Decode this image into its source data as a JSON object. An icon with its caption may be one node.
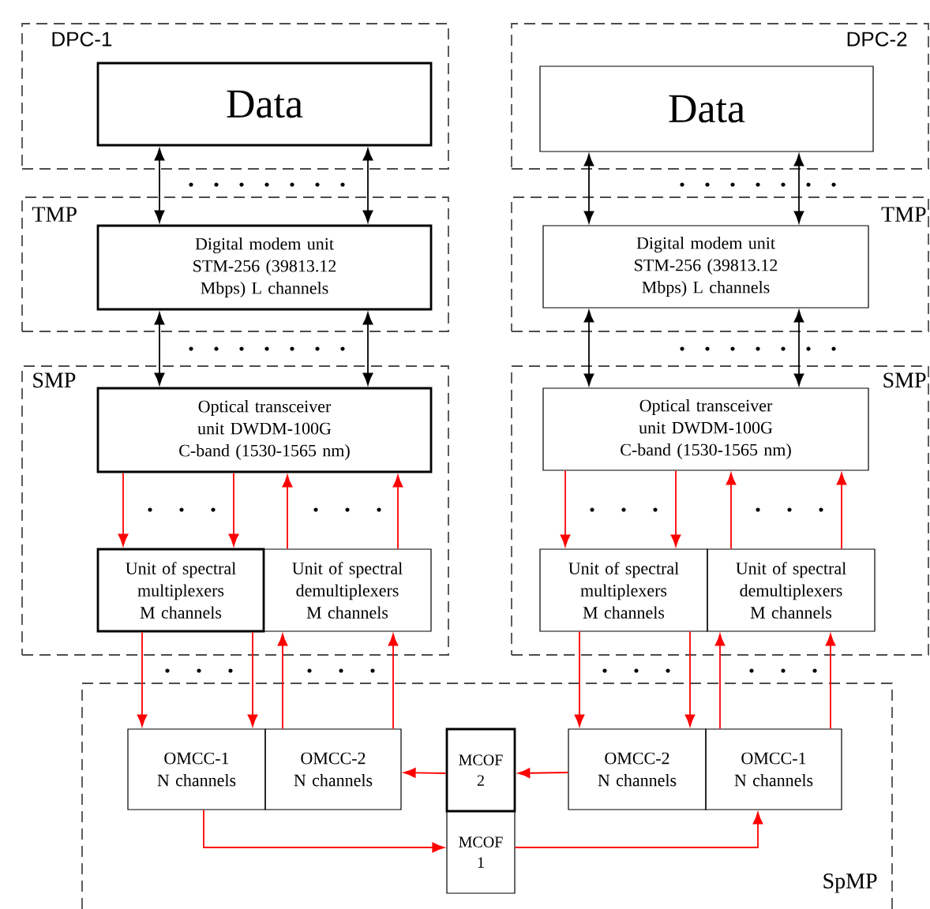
{
  "diagram": {
    "nodes": [
      {
        "text": [
          "DPC-1"
        ]
      },
      {
        "text": [
          "Data"
        ],
        "in": 0
      },
      {
        "text": [
          "TMP"
        ]
      },
      {
        "text": [
          "Digital modem unit STM-256 (39813.12 Mbps) L channels"
        ],
        "in": 2
      },
      {
        "text": [
          "SMP"
        ]
      },
      {
        "text": [
          "Optical transceiver unit DWDM-100G C-band (1530-1565 nm)"
        ],
        "in": 4
      },
      {
        "text": [
          "Unit of spectral multiplexers M channels"
        ],
        "in": 4
      },
      {
        "text": [
          "Unit of spectral demultiplexers M channels"
        ],
        "in": 4
      },
      {
        "text": [
          "DPC-2"
        ]
      },
      {
        "text": [
          "Data"
        ],
        "in": 8
      },
      {
        "text": [
          "TMP"
        ]
      },
      {
        "text": [
          "Digital modem unit STM-256 (39813.12 Mbps) L channels"
        ],
        "in": 10
      },
      {
        "text": [
          "SMP"
        ]
      },
      {
        "text": [
          "Optical transceiver unit DWDM-100G C-band (1530-1565 nm)"
        ],
        "in": 12
      },
      {
        "text": [
          "Unit of spectral multiplexers M channels"
        ],
        "in": 12
      },
      {
        "text": [
          "Unit of spectral demultiplexers M channels"
        ],
        "in": 12
      },
      {
        "text": [
          "SpMP"
        ]
      },
      {
        "text": [
          "OMCC-1 N channels"
        ],
        "in": 16
      },
      {
        "text": [
          "OMCC-2 N channels"
        ],
        "in": 16
      },
      {
        "text": [
          "MCOF 2"
        ],
        "in": 16
      },
      {
        "text": [
          "MCOF 1"
        ],
        "in": 16
      },
      {
        "text": [
          "OMCC-2 N channels"
        ],
        "in": 16
      },
      {
        "text": [
          "OMCC-1 N channels"
        ],
        "in": 16
      }
    ],
    "edges": [
      {
        "from": 1,
        "to": 3,
        "arrow": "both",
        "color": "#000000"
      },
      {
        "from": 1,
        "to": 3,
        "arrow": "both",
        "color": "#000000"
      },
      {
        "from": 3,
        "to": 5,
        "arrow": "both",
        "color": "#000000"
      },
      {
        "from": 3,
        "to": 5,
        "arrow": "both",
        "color": "#000000"
      },
      {
        "from": 5,
        "to": 6,
        "arrow": "to"
      },
      {
        "from": 5,
        "to": 6,
        "arrow": "to"
      },
      {
        "from": 7,
        "to": 5,
        "arrow": "to"
      },
      {
        "from": 7,
        "to": 5,
        "arrow": "to"
      },
      {
        "from": 9,
        "to": 11,
        "arrow": "both",
        "color": "#000000"
      },
      {
        "from": 9,
        "to": 11,
        "arrow": "both",
        "color": "#000000"
      },
      {
        "from": 11,
        "to": 13,
        "arrow": "both",
        "color": "#000000"
      },
      {
        "from": 11,
        "to": 13,
        "arrow": "both",
        "color": "#000000"
      },
      {
        "from": 13,
        "to": 14,
        "arrow": "to"
      },
      {
        "from": 13,
        "to": 14,
        "arrow": "to"
      },
      {
        "from": 15,
        "to": 13,
        "arrow": "to"
      },
      {
        "from": 15,
        "to": 13,
        "arrow": "to"
      },
      {
        "from": 6,
        "to": 17,
        "arrow": "to"
      },
      {
        "from": 6,
        "to": 17,
        "arrow": "to"
      },
      {
        "from": 18,
        "to": 7,
        "arrow": "to"
      },
      {
        "from": 18,
        "to": 7,
        "arrow": "to"
      },
      {
        "from": 14,
        "to": 21,
        "arrow": "to"
      },
      {
        "from": 14,
        "to": 21,
        "arrow": "to"
      },
      {
        "from": 22,
        "to": 15,
        "arrow": "to"
      },
      {
        "from": 22,
        "to": 15,
        "arrow": "to"
      },
      {
        "from": 19,
        "to": 18,
        "arrow": "to"
      },
      {
        "from": 21,
        "to": 19,
        "arrow": "to"
      },
      {
        "from": 17,
        "to": 20,
        "arrow": "to"
      },
      {
        "from": 20,
        "to": 22,
        "arrow": "to"
      }
    ]
  }
}
